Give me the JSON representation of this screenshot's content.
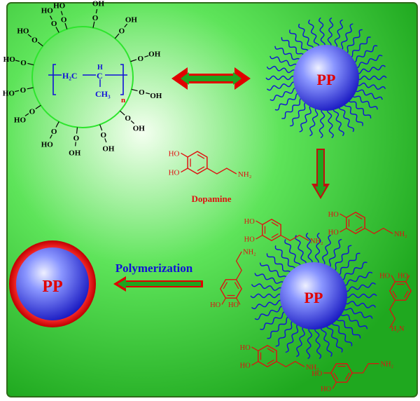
{
  "colors": {
    "panel_border": "#2f6b1a",
    "panel_green": "#2fc52f",
    "panel_highlight": "#f4fff0",
    "pp_sphere_light": "#d7dcff",
    "pp_sphere_dark": "#1a1fc8",
    "polymer_chain": "#1010d8",
    "dopamine": "#e01010",
    "double_arrow_outer": "#e00000",
    "double_arrow_inner": "#1fa51f",
    "ring_shell": "#ff1010",
    "ring_circle": "#2ee52e"
  },
  "structure": {
    "oh_label": "OH",
    "ho_label": "HO",
    "o_label": "O",
    "ch2_label": "H₂C",
    "h_label": "H",
    "ch3_label": "CH₃",
    "n_label": "n"
  },
  "spheres": {
    "top_label": "PP",
    "middle_label": "PP",
    "final_label": "PP"
  },
  "dopamine": {
    "name": "Dopamine",
    "ho": "HO",
    "nh2": "NH₂",
    "h2n": "H₂N"
  },
  "process": {
    "polymerization": "Polymerization"
  }
}
